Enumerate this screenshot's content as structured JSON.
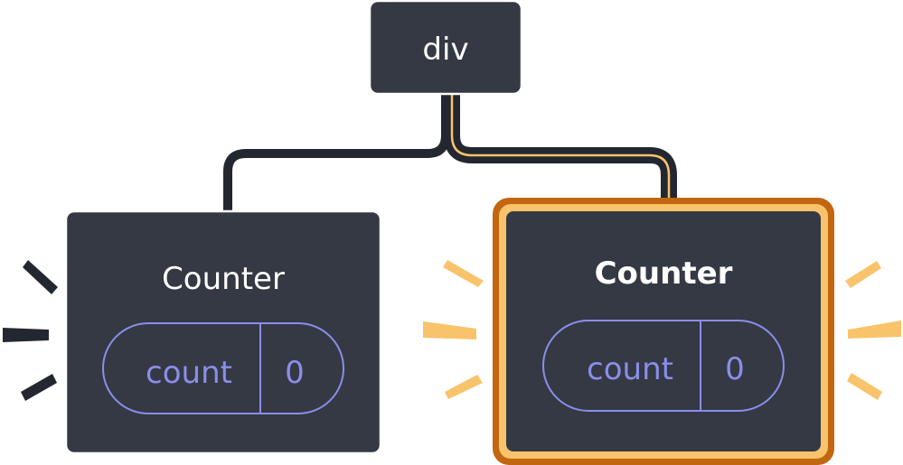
{
  "root": {
    "label": "div"
  },
  "left_counter": {
    "label": "Counter",
    "state_name": "count",
    "state_value": "0"
  },
  "right_counter": {
    "label": "Counter",
    "state_name": "count",
    "state_value": "0",
    "highlighted": true
  },
  "colors": {
    "node_fill": "#343944",
    "node_border": "#ffffff",
    "text": "#ffffff",
    "pill_stroke": "#8b8ee8",
    "pill_text": "#8b8ee8",
    "edge_dark": "#23272f",
    "edge_accent": "#f9c36b",
    "highlight_inner": "#f9c36b",
    "highlight_outer": "#c2660f",
    "spark_dark": "#23272f",
    "spark_accent": "#f9c36b"
  }
}
